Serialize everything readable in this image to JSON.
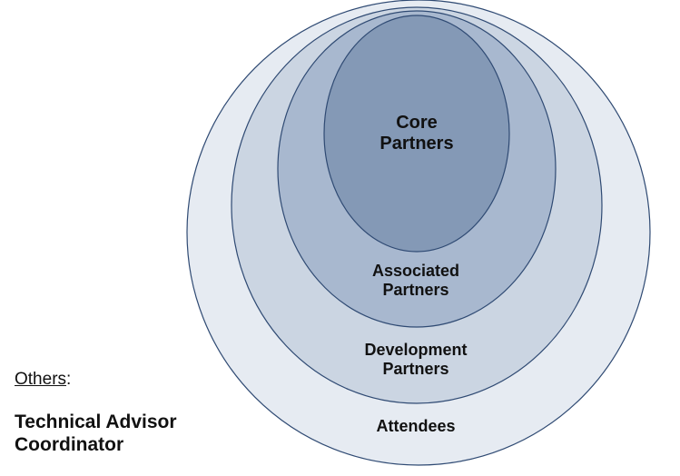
{
  "diagram": {
    "rings": [
      {
        "id": "attendees",
        "label_lines": [
          "Attendees"
        ],
        "fill": "#e6ebf2"
      },
      {
        "id": "development",
        "label_lines": [
          "Development",
          "Partners"
        ],
        "fill": "#cbd5e2"
      },
      {
        "id": "associated",
        "label_lines": [
          "Associated",
          "Partners"
        ],
        "fill": "#a8b8cf"
      },
      {
        "id": "core",
        "label_lines": [
          "Core",
          "Partners"
        ],
        "fill": "#8499b6"
      }
    ],
    "stroke_color": "#2f4a73"
  },
  "others": {
    "heading": "Others",
    "heading_suffix": ":",
    "items": [
      "Technical Advisor",
      "Coordinator"
    ]
  }
}
